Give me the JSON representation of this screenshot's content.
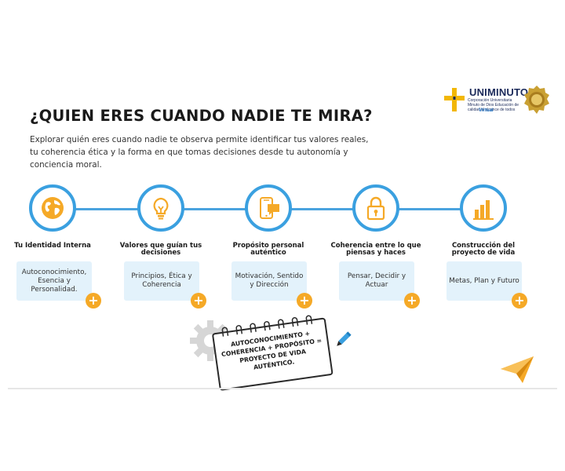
{
  "logo": {
    "wordmark": "UNIMINUTO",
    "subtitle": "Corporación Universitaria Minuto de Dios Educación de calidad al alcance de todos",
    "virtual": "Virtual"
  },
  "title": "¿QUIEN ERES CUANDO NADIE TE MIRA?",
  "intro": "Explorar quién eres cuando nadie te observa permite identificar tus valores reales, tu coherencia ética y la forma en que tomas decisiones desde tu autonomía y conciencia moral.",
  "steps": [
    {
      "title": "Tu Identidad Interna",
      "card": "Autoconocimiento, Esencia y Personalidad.",
      "icon": "globe-icon"
    },
    {
      "title": "Valores que guían tus decisiones",
      "card": "Principios, Ética y Coherencia",
      "icon": "lightbulb-icon"
    },
    {
      "title": "Propósito personal auténtico",
      "card": "Motivación, Sentido y Dirección",
      "icon": "phone-chat-icon"
    },
    {
      "title": "Coherencia entre lo que piensas y haces",
      "card": "Pensar, Decidir y Actuar",
      "icon": "lock-icon"
    },
    {
      "title": "Construcción del proyecto de vida",
      "card": "Metas, Plan y Futuro",
      "icon": "bar-chart-icon"
    }
  ],
  "plus_label": "+",
  "notepad": "AUTOCONOCIMIENTO + COHERENCIA + PROPÓSITO = PROYECTO DE VIDA AUTÉNTICO.",
  "colors": {
    "accent": "#3aa0e0",
    "orange": "#f5a927",
    "card": "#e3f2fb",
    "navy": "#1b2a5a"
  }
}
